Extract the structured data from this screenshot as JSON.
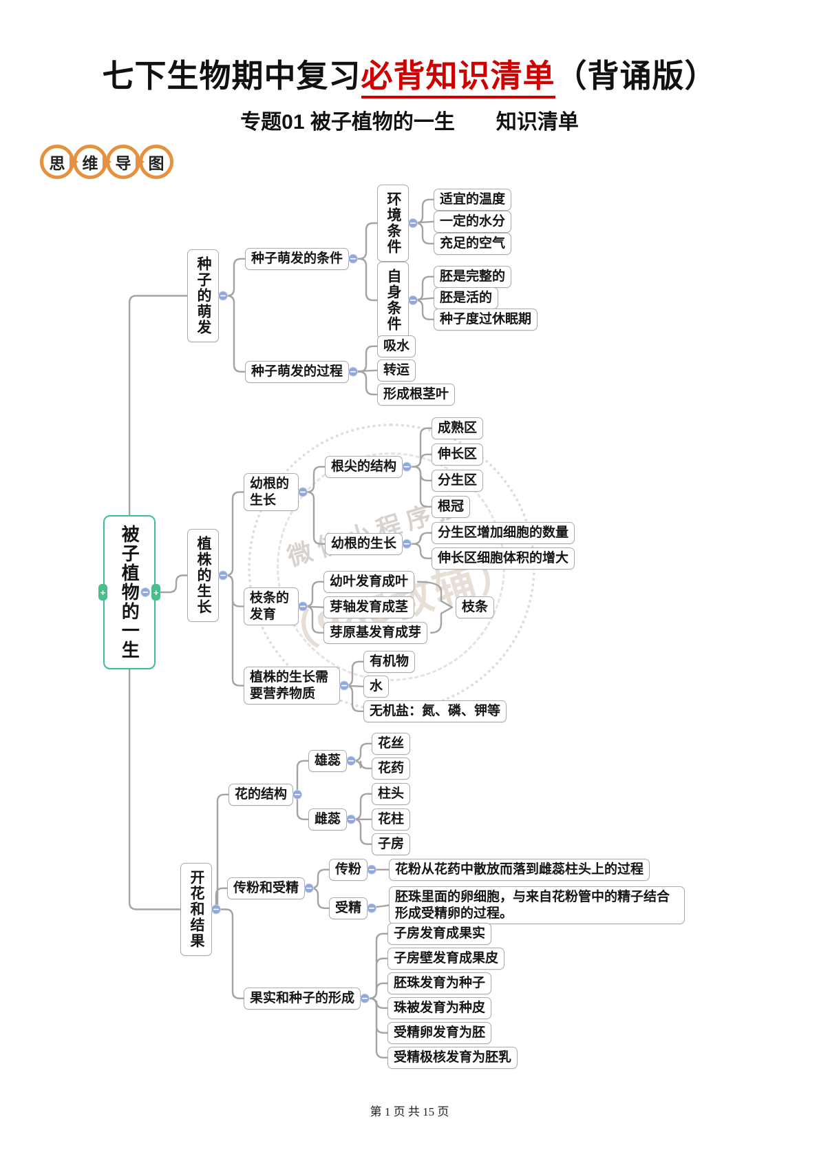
{
  "header": {
    "title_black1": "七下生物期中复习",
    "title_red": "必背知识清单",
    "title_black2": "（背诵版）",
    "subtitle": "专题01 被子植物的一生　　知识清单"
  },
  "badge": {
    "chars": [
      "思",
      "维",
      "导",
      "图"
    ]
  },
  "watermark": {
    "line1": "微信小程序搜",
    "line2": "（985教辅）"
  },
  "icons": {
    "collapse": "−",
    "expand": "+"
  },
  "colors": {
    "accent_red": "#CE0000",
    "badge_orange": "#E6913F",
    "root_green": "#3FBF8F",
    "connector_gray": "#A3A3A3",
    "collapse_blue": "#8FA7DB"
  },
  "mindmap": {
    "nodes": {
      "root": {
        "label": "被子植物的一生"
      },
      "b1": {
        "label": "种子的萌发"
      },
      "b2": {
        "label": "植株的生长"
      },
      "b3": {
        "label": "开花和结果"
      },
      "c11": {
        "label": "种子萌发的条件"
      },
      "c12": {
        "label": "种子萌发的过程"
      },
      "d111": {
        "label": "环境条件"
      },
      "d112": {
        "label": "自身条件"
      },
      "e1": {
        "label": "适宜的温度"
      },
      "e2": {
        "label": "一定的水分"
      },
      "e3": {
        "label": "充足的空气"
      },
      "e4": {
        "label": "胚是完整的"
      },
      "e5": {
        "label": "胚是活的"
      },
      "e6": {
        "label": "种子度过休眠期"
      },
      "e7": {
        "label": "吸水"
      },
      "e8": {
        "label": "转运"
      },
      "e9": {
        "label": "形成根茎叶"
      },
      "c21": {
        "label": "幼根的生长"
      },
      "d211": {
        "label": "根尖的结构"
      },
      "f1": {
        "label": "成熟区"
      },
      "f2": {
        "label": "伸长区"
      },
      "f3": {
        "label": "分生区"
      },
      "f4": {
        "label": "根冠"
      },
      "d212": {
        "label": "幼根的生长"
      },
      "f5": {
        "label": "分生区增加细胞的数量"
      },
      "f6": {
        "label": "伸长区细胞体积的增大"
      },
      "c22": {
        "label": "枝条的发育"
      },
      "g1": {
        "label": "幼叶发育成叶"
      },
      "g2": {
        "label": "芽轴发育成茎"
      },
      "g3": {
        "label": "芽原基发育成芽"
      },
      "g4": {
        "label": "枝条"
      },
      "c23": {
        "label": "植株的生长需要营养物质"
      },
      "h1": {
        "label": "有机物"
      },
      "h2": {
        "label": "水"
      },
      "h3": {
        "label": "无机盐：氮、磷、钾等"
      },
      "c31": {
        "label": "花的结构"
      },
      "d311": {
        "label": "雄蕊"
      },
      "d312": {
        "label": "雌蕊"
      },
      "p1": {
        "label": "花丝"
      },
      "p2": {
        "label": "花药"
      },
      "p3": {
        "label": "柱头"
      },
      "p4": {
        "label": "花柱"
      },
      "p5": {
        "label": "子房"
      },
      "c32": {
        "label": "传粉和受精"
      },
      "d321": {
        "label": "传粉"
      },
      "q1": {
        "label": "花粉从花药中散放而落到雌蕊柱头上的过程"
      },
      "d322": {
        "label": "受精"
      },
      "q2": {
        "label": "胚珠里面的卵细胞，与来自花粉管中的精子结合形成受精卵的过程。"
      },
      "c33": {
        "label": "果实和种子的形成"
      },
      "r1": {
        "label": "子房发育成果实"
      },
      "r2": {
        "label": "子房壁发育成果皮"
      },
      "r3": {
        "label": "胚珠发育为种子"
      },
      "r4": {
        "label": "珠被发育为种皮"
      },
      "r5": {
        "label": "受精卵发育为胚"
      },
      "r6": {
        "label": "受精极核发育为胚乳"
      }
    }
  },
  "footer": {
    "page_text": "第 1 页 共 15 页"
  }
}
